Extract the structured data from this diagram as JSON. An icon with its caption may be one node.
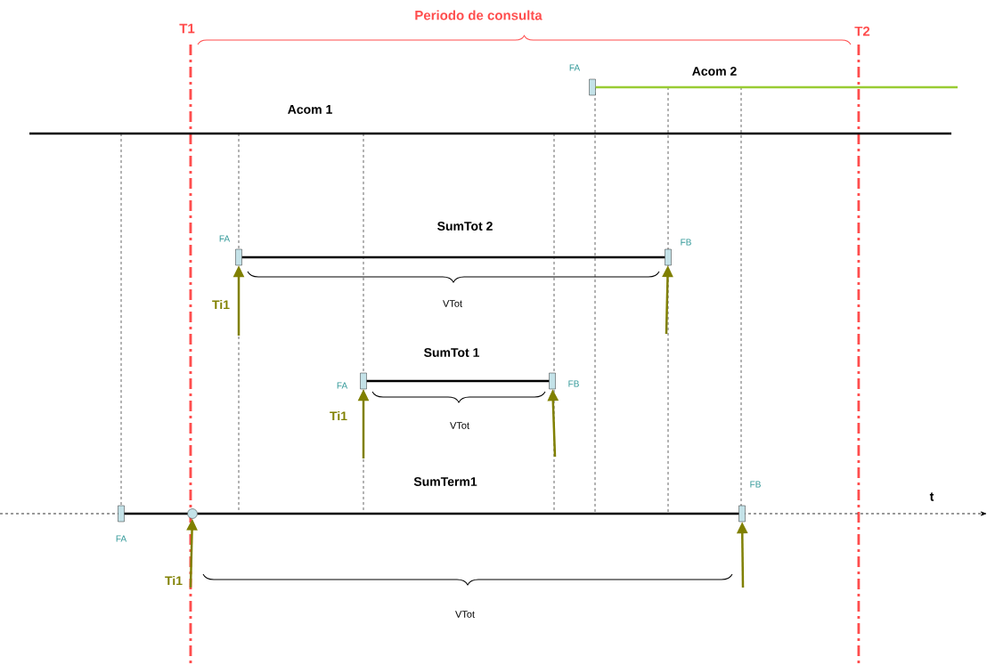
{
  "diagram": {
    "nodes": [
      {
        "text": [],
        "shape": "box",
        "beside": [
          "FA"
        ]
      },
      {
        "text": [],
        "shape": "box",
        "beside": [
          "FA"
        ]
      },
      {
        "text": [],
        "shape": "box",
        "beside": [
          "FB"
        ]
      },
      {
        "text": [],
        "shape": "box",
        "beside": [
          "FA"
        ]
      },
      {
        "text": [],
        "shape": "box",
        "beside": [
          "FB"
        ]
      },
      {
        "text": [],
        "shape": "box",
        "beside": [
          "FA"
        ]
      },
      {
        "text": [],
        "shape": "circle"
      },
      {
        "text": [],
        "shape": "box",
        "beside": [
          "FB"
        ]
      }
    ],
    "edges": [
      {
        "from": 0,
        "to": null,
        "arrow": "none",
        "label": "Acom 2",
        "color": "#99cc33"
      },
      {
        "from": 1,
        "to": 2,
        "arrow": "none",
        "label": "SumTot 2",
        "color": "#000000"
      },
      {
        "from": 3,
        "to": 4,
        "arrow": "none",
        "label": "SumTot 1",
        "color": "#000000"
      },
      {
        "from": 5,
        "to": 6,
        "arrow": "none",
        "color": "#000000"
      },
      {
        "from": 6,
        "to": 7,
        "arrow": "none",
        "label": "SumTerm1",
        "color": "#000000"
      },
      {
        "from": null,
        "to": 1,
        "arrow": "to",
        "label": "Ti1",
        "color": "#808000"
      },
      {
        "from": null,
        "to": 2,
        "arrow": "to",
        "color": "#808000"
      },
      {
        "from": null,
        "to": 3,
        "arrow": "to",
        "label": "Ti1",
        "color": "#808000"
      },
      {
        "from": null,
        "to": 4,
        "arrow": "to",
        "color": "#808000"
      },
      {
        "from": null,
        "to": 6,
        "arrow": "to",
        "label": "Ti1",
        "color": "#808000"
      },
      {
        "from": null,
        "to": 7,
        "arrow": "to",
        "color": "#808000"
      }
    ],
    "labels": [
      "Periodo de consulta",
      "T1",
      "T2",
      "Acom 1",
      "VTot",
      "VTot",
      "VTot",
      "t"
    ]
  }
}
